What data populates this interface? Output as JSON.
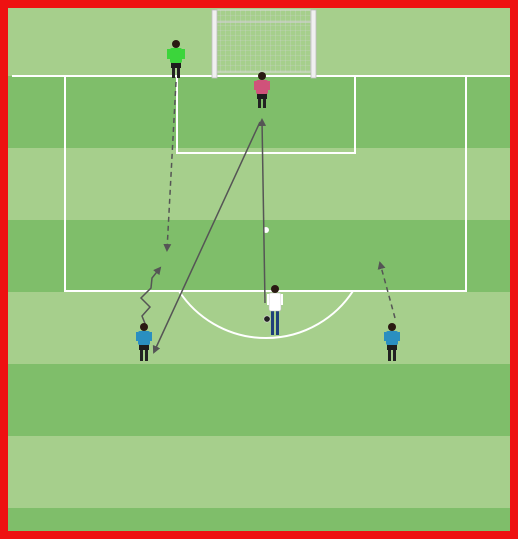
{
  "diagram": {
    "kind": "soccer-drill",
    "frame_color": "#ee1111",
    "grass_light": "#a6cf8c",
    "grass_dark": "#7fbe6a",
    "line_color": "#ffffff",
    "arrow_color": "#555555",
    "ball_color": "#ffffff"
  },
  "players": [
    {
      "name": "goalkeeper",
      "role": "goalkeeper",
      "team_color": "#3bd53b"
    },
    {
      "name": "defender",
      "role": "defender",
      "team_color": "#d0527a"
    },
    {
      "name": "left-attacker",
      "role": "attacker",
      "team_color": "#2a8fc0"
    },
    {
      "name": "right-attacker",
      "role": "attacker",
      "team_color": "#2a8fc0"
    },
    {
      "name": "coach",
      "role": "server",
      "team_color": "#ffffff"
    }
  ],
  "movements": [
    {
      "name": "goalkeeper-run",
      "type": "run",
      "style": "dashed"
    },
    {
      "name": "coach-pass-to-defender",
      "type": "pass",
      "style": "solid"
    },
    {
      "name": "defender-pass-to-attacker",
      "type": "pass",
      "style": "solid"
    },
    {
      "name": "left-attacker-dribble",
      "type": "dribble",
      "style": "wavy"
    },
    {
      "name": "right-attacker-run",
      "type": "run",
      "style": "dashed"
    }
  ]
}
